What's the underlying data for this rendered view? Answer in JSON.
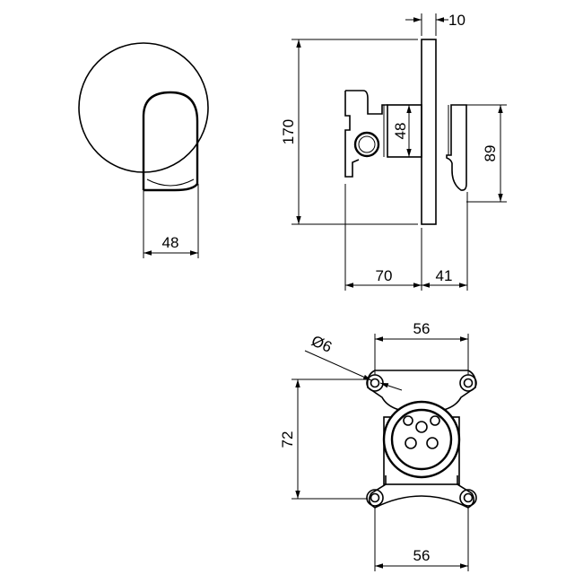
{
  "drawing": {
    "front_view": {
      "handle_width": "48"
    },
    "side_view": {
      "plate_thickness": "10",
      "plate_height": "170",
      "body_height": "48",
      "handle_height": "89",
      "body_depth": "70",
      "handle_projection": "41"
    },
    "rear_view": {
      "top_hole_spacing": "56",
      "hole_diameter": "Ø6",
      "vertical_hole_spacing": "72",
      "bottom_hole_spacing": "56"
    }
  }
}
